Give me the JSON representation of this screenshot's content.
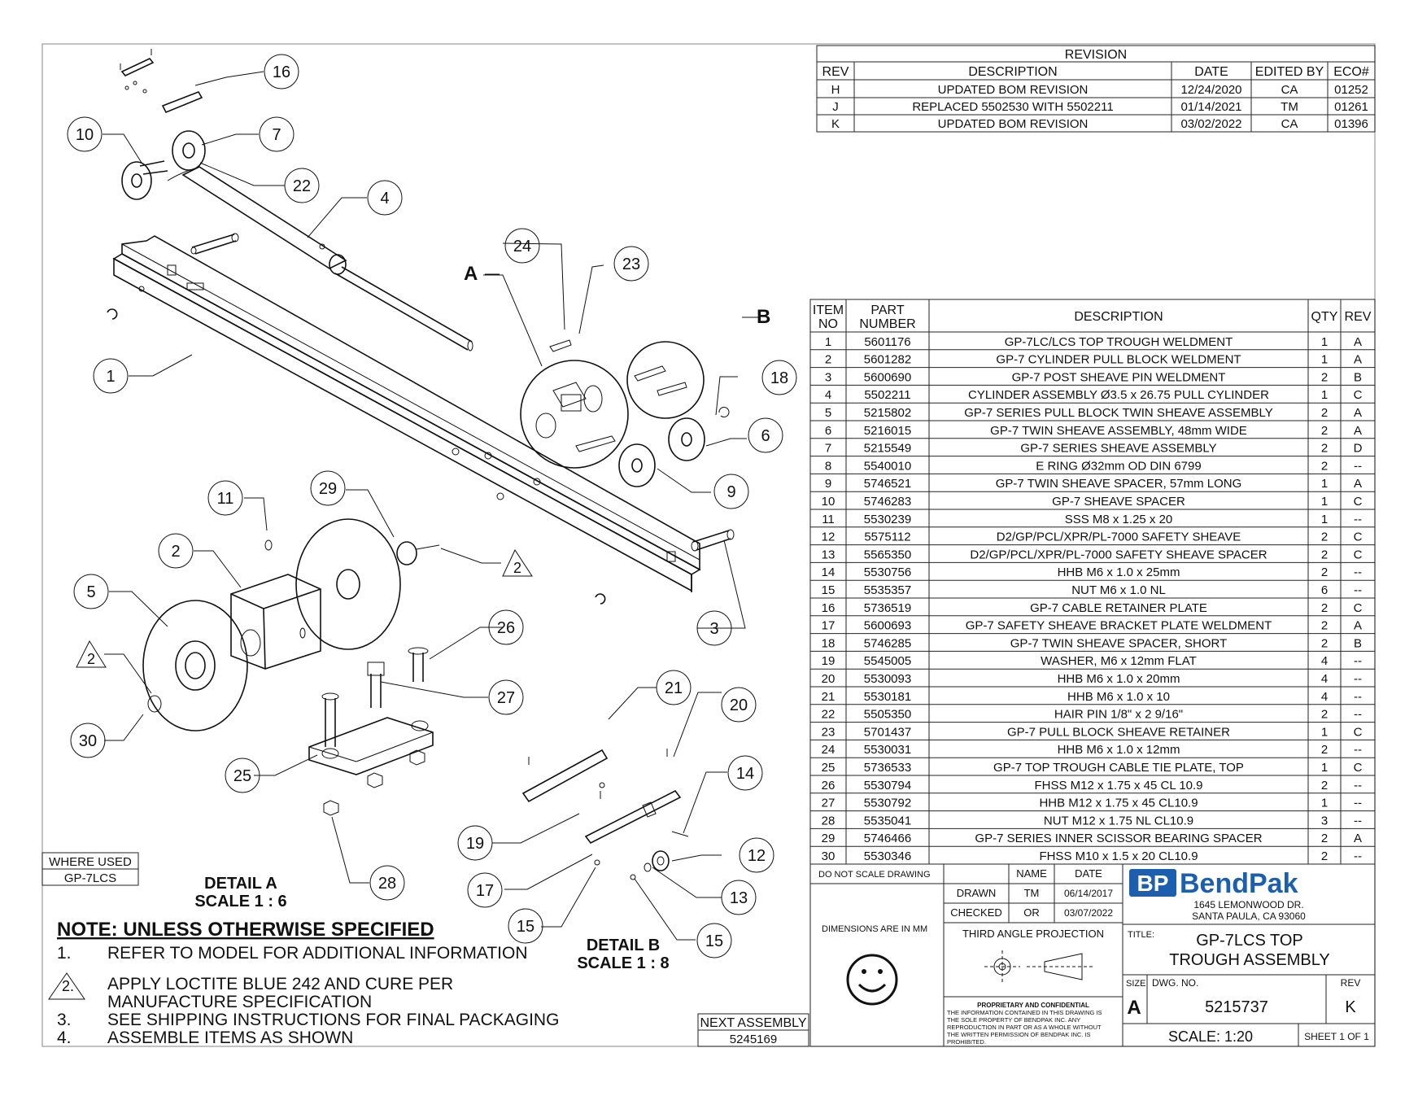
{
  "revision": {
    "title": "REVISION",
    "headers": [
      "REV",
      "DESCRIPTION",
      "DATE",
      "EDITED BY",
      "ECO#"
    ],
    "rows": [
      [
        "H",
        "UPDATED BOM REVISION",
        "12/24/2020",
        "CA",
        "01252"
      ],
      [
        "J",
        "REPLACED 5502530 WITH 5502211",
        "01/14/2021",
        "TM",
        "01261"
      ],
      [
        "K",
        "UPDATED BOM REVISION",
        "03/02/2022",
        "CA",
        "01396"
      ]
    ]
  },
  "bom": {
    "headers": {
      "item_1": "ITEM",
      "item_2": "NO",
      "part_1": "PART",
      "part_2": "NUMBER",
      "desc": "DESCRIPTION",
      "qty": "QTY",
      "rev": "REV"
    },
    "rows": [
      [
        "1",
        "5601176",
        "GP-7LC/LCS TOP TROUGH WELDMENT",
        "1",
        "A"
      ],
      [
        "2",
        "5601282",
        "GP-7 CYLINDER PULL BLOCK WELDMENT",
        "1",
        "A"
      ],
      [
        "3",
        "5600690",
        "GP-7 POST SHEAVE PIN WELDMENT",
        "2",
        "B"
      ],
      [
        "4",
        "5502211",
        "CYLINDER ASSEMBLY Ø3.5 x 26.75 PULL CYLINDER",
        "1",
        "C"
      ],
      [
        "5",
        "5215802",
        "GP-7 SERIES PULL BLOCK TWIN SHEAVE ASSEMBLY",
        "2",
        "A"
      ],
      [
        "6",
        "5216015",
        "GP-7 TWIN SHEAVE ASSEMBLY, 48mm WIDE",
        "2",
        "A"
      ],
      [
        "7",
        "5215549",
        "GP-7 SERIES SHEAVE ASSEMBLY",
        "2",
        "D"
      ],
      [
        "8",
        "5540010",
        "E RING Ø32mm OD DIN 6799",
        "2",
        "--"
      ],
      [
        "9",
        "5746521",
        "GP-7 TWIN SHEAVE SPACER, 57mm LONG",
        "1",
        "A"
      ],
      [
        "10",
        "5746283",
        "GP-7 SHEAVE SPACER",
        "1",
        "C"
      ],
      [
        "11",
        "5530239",
        "SSS M8 x 1.25 x 20",
        "1",
        "--"
      ],
      [
        "12",
        "5575112",
        "D2/GP/PCL/XPR/PL-7000 SAFETY SHEAVE",
        "2",
        "C"
      ],
      [
        "13",
        "5565350",
        "D2/GP/PCL/XPR/PL-7000 SAFETY SHEAVE SPACER",
        "2",
        "C"
      ],
      [
        "14",
        "5530756",
        "HHB M6 x 1.0 x 25mm",
        "2",
        "--"
      ],
      [
        "15",
        "5535357",
        "NUT M6 x 1.0 NL",
        "6",
        "--"
      ],
      [
        "16",
        "5736519",
        "GP-7 CABLE RETAINER PLATE",
        "2",
        "C"
      ],
      [
        "17",
        "5600693",
        "GP-7 SAFETY SHEAVE BRACKET PLATE WELDMENT",
        "2",
        "A"
      ],
      [
        "18",
        "5746285",
        "GP-7 TWIN SHEAVE SPACER, SHORT",
        "2",
        "B"
      ],
      [
        "19",
        "5545005",
        "WASHER, M6 x 12mm FLAT",
        "4",
        "--"
      ],
      [
        "20",
        "5530093",
        "HHB M6 x 1.0 x 20mm",
        "4",
        "--"
      ],
      [
        "21",
        "5530181",
        "HHB M6 x 1.0 x 10",
        "4",
        "--"
      ],
      [
        "22",
        "5505350",
        "HAIR PIN 1/8\" x 2 9/16\"",
        "2",
        "--"
      ],
      [
        "23",
        "5701437",
        "GP-7 PULL BLOCK SHEAVE RETAINER",
        "1",
        "C"
      ],
      [
        "24",
        "5530031",
        "HHB M6 x 1.0 x 12mm",
        "2",
        "--"
      ],
      [
        "25",
        "5736533",
        "GP-7 TOP TROUGH CABLE TIE PLATE, TOP",
        "1",
        "C"
      ],
      [
        "26",
        "5530794",
        "FHSS M12 x 1.75 x 45 CL 10.9",
        "2",
        "--"
      ],
      [
        "27",
        "5530792",
        "HHB M12 x 1.75 x 45 CL10.9",
        "1",
        "--"
      ],
      [
        "28",
        "5535041",
        "NUT M12 x 1.75 NL CL10.9",
        "3",
        "--"
      ],
      [
        "29",
        "5746466",
        "GP-7 SERIES INNER SCISSOR BEARING SPACER",
        "2",
        "A"
      ],
      [
        "30",
        "5530346",
        "FHSS M10 x 1.5 x 20 CL10.9",
        "2",
        "--"
      ]
    ]
  },
  "title_block": {
    "do_not_scale": "DO NOT SCALE DRAWING",
    "name_hdr": "NAME",
    "date_hdr": "DATE",
    "drawn_label": "DRAWN",
    "drawn_name": "TM",
    "drawn_date": "06/14/2017",
    "checked_label": "CHECKED",
    "checked_name": "OR",
    "checked_date": "03/07/2022",
    "dimensions": "DIMENSIONS ARE IN MM",
    "projection": "THIRD ANGLE PROJECTION",
    "company_logo": "BendPak",
    "logo_mark": "BP",
    "address_1": "1645 LEMONWOOD DR.",
    "address_2": "SANTA PAULA, CA 93060",
    "title_label": "TITLE:",
    "title_1": "GP-7LCS TOP",
    "title_2": "TROUGH ASSEMBLY",
    "size_label": "SIZE",
    "size": "A",
    "dwg_label": "DWG. NO.",
    "dwg_no": "5215737",
    "rev_label": "REV",
    "rev": "K",
    "scale": "SCALE: 1:20",
    "sheet": "SHEET 1 OF 1",
    "proprietary_title": "PROPRIETARY AND CONFIDENTIAL",
    "proprietary_lines": [
      "THE INFORMATION CONTAINED IN THIS DRAWING IS",
      "THE SOLE PROPERTY OF BENDPAK INC. ANY",
      "REPRODUCTION IN PART OR AS A WHOLE WITHOUT",
      "THE WRITTEN PERMISSION OF BENDPAK INC. IS",
      "PROHIBITED."
    ]
  },
  "next_assembly": {
    "label": "NEXT ASSEMBLY",
    "value": "5245169"
  },
  "where_used": {
    "label": "WHERE USED",
    "value": "GP-7LCS"
  },
  "detail_a": {
    "title": "DETAIL A",
    "scale": "SCALE 1 : 6",
    "letter": "A"
  },
  "detail_b": {
    "title": "DETAIL B",
    "scale": "SCALE 1 : 8",
    "letter": "B"
  },
  "notes": {
    "title": "NOTE: UNLESS OTHERWISE SPECIFIED",
    "items": [
      {
        "num": "1.",
        "text": "REFER TO MODEL FOR ADDITIONAL INFORMATION"
      },
      {
        "num": "2.",
        "text": "APPLY LOCTITE BLUE 242 AND CURE PER",
        "text2": "MANUFACTURE SPECIFICATION"
      },
      {
        "num": "3.",
        "text": "SEE SHIPPING INSTRUCTIONS FOR FINAL PACKAGING"
      },
      {
        "num": "4.",
        "text": "ASSEMBLE ITEMS AS SHOWN"
      }
    ]
  },
  "balloons": [
    "16",
    "10",
    "7",
    "22",
    "4",
    "24",
    "23",
    "1",
    "18",
    "6",
    "9",
    "11",
    "29",
    "2",
    "5",
    "3",
    "26",
    "27",
    "30",
    "25",
    "21",
    "20",
    "14",
    "19",
    "12",
    "13",
    "17",
    "28",
    "15",
    "15"
  ],
  "note_flags": [
    "2",
    "2"
  ]
}
